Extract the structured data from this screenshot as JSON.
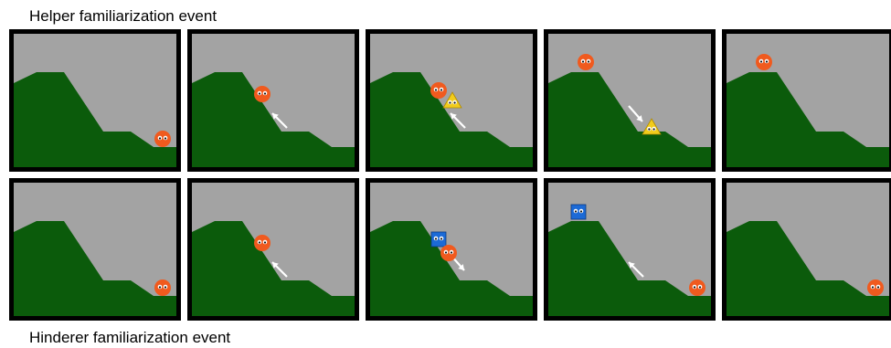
{
  "captions": {
    "top": "Helper familiarization event",
    "bottom": "Hinderer familiarization event"
  },
  "colors": {
    "sky": "#a3a3a3",
    "hill": "#0b5b0b",
    "frame": "#000000",
    "climber": "#f05a1e",
    "helper": "#f2cc1c",
    "hinderer": "#1c6ad6",
    "arrow": "#ffffff"
  },
  "rows": [
    {
      "name": "helper-row",
      "panels": [
        {
          "climber": "bottom"
        },
        {
          "climber": "mid",
          "arrow": "up"
        },
        {
          "climber": "upper",
          "helper": "upper",
          "arrow": "up"
        },
        {
          "climber": "top",
          "helper": "bottom-ledge",
          "arrow": "down"
        },
        {
          "climber": "top"
        }
      ]
    },
    {
      "name": "hinderer-row",
      "panels": [
        {
          "climber": "bottom"
        },
        {
          "climber": "mid",
          "arrow": "up"
        },
        {
          "climber": "upper-low",
          "hinderer": "upper",
          "arrow": "down"
        },
        {
          "climber": "bottom",
          "hinderer": "top",
          "arrow": "up"
        },
        {
          "climber": "bottom"
        }
      ]
    }
  ]
}
